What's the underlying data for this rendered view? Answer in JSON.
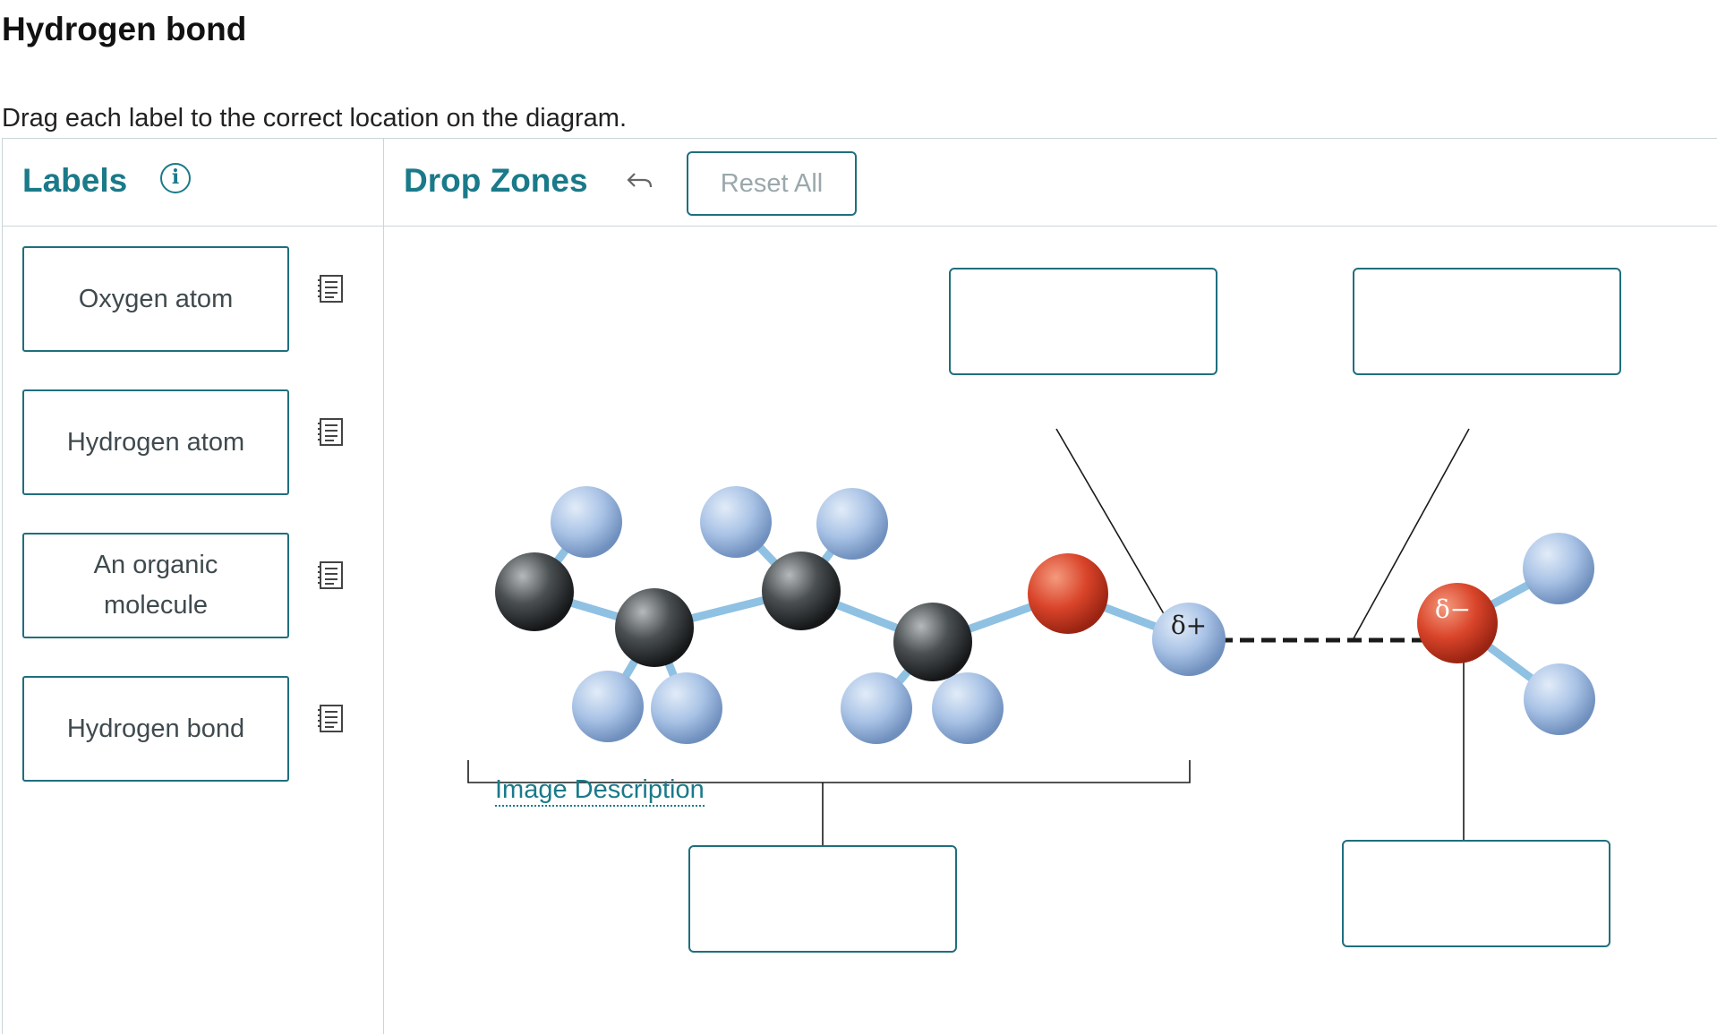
{
  "page": {
    "title": "Hydrogen bond",
    "instructions": "Drag each label to the correct location on the diagram."
  },
  "labels_panel": {
    "title": "Labels",
    "info_icon": "info-circle-icon",
    "notes_icon": "notes-icon",
    "items": [
      {
        "label": "Oxygen atom"
      },
      {
        "label": "Hydrogen atom"
      },
      {
        "label": "An organic molecule"
      },
      {
        "label": "Hydrogen bond"
      }
    ]
  },
  "dropzones_panel": {
    "title": "Drop Zones",
    "undo_icon": "undo-arrow-icon",
    "reset_label": "Reset All",
    "image_description_link": "Image Description",
    "delta_plus": "δ+",
    "delta_minus": "δ−"
  },
  "colors": {
    "accent": "#1a7a8a",
    "border": "#1f6f7d",
    "hydrogen": "#a9c3e6",
    "carbon": "#4a4f52",
    "oxygen": "#d9442a"
  }
}
